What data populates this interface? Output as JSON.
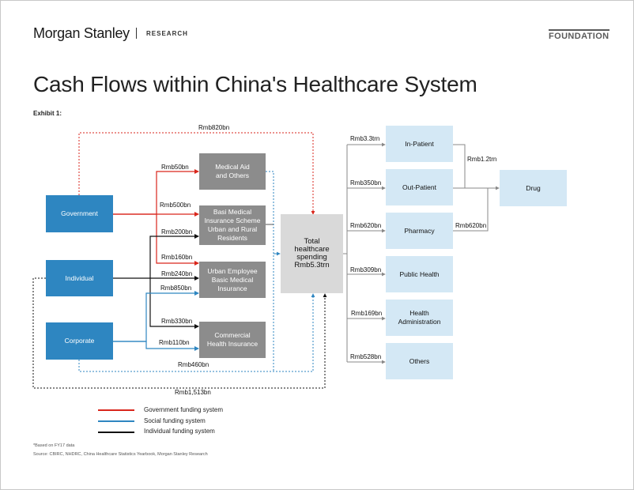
{
  "header": {
    "brand": "Morgan Stanley",
    "division": "RESEARCH",
    "series": "FOUNDATION"
  },
  "title": "Cash Flows within China's Healthcare System",
  "exhibit_label": "Exhibit 1:",
  "colors": {
    "government": "#d9261c",
    "social": "#2e86c1",
    "individual": "#111111",
    "dotted": "#888888",
    "source_box": "#2e86c1",
    "intermediary_box": "#8c8c8c",
    "total_box": "#d9d9d9",
    "output_box": "#d4e8f5"
  },
  "sources": {
    "government": "Government",
    "individual": "Individual",
    "corporate": "Corporate"
  },
  "intermediaries": {
    "medical_aid": "Medical Aid\nand Others",
    "basic_scheme": "Basi Medical\nInsurance Scheme\nUrban and Rural\nResidents",
    "urban_employee": "Urban Employee\nBasic Medical\nInsurance",
    "commercial": "Commercial\nHealth Insurance"
  },
  "total": "Total\nhealthcare\nspending\nRmb5.3trn",
  "outputs": {
    "in_patient": "In-Patient",
    "out_patient": "Out-Patient",
    "pharmacy": "Pharmacy",
    "public_health": "Public Health",
    "health_admin": "Health\nAdministration",
    "others": "Others",
    "drug": "Drug"
  },
  "flows": {
    "gov_to_total": "Rmb820bn",
    "gov_to_medical_aid": "Rmb50bn",
    "gov_to_basic": "Rmb500bn",
    "ind_to_basic": "Rmb200bn",
    "gov_to_urban_employee": "Rmb160bn",
    "ind_to_urban_employee": "Rmb240bn",
    "corp_to_urban_employee": "Rmb850bn",
    "ind_to_commercial": "Rmb330bn",
    "corp_to_commercial": "Rmb110bn",
    "corp_to_total": "Rmb460bn",
    "ind_to_total": "Rmb1,513bn",
    "to_in_patient": "Rmb3.3trn",
    "to_out_patient": "Rmb350bn",
    "to_pharmacy": "Rmb620bn",
    "to_public_health": "Rmb309bn",
    "to_health_admin": "Rmb169bn",
    "to_others": "Rmb528bn",
    "to_drug": "Rmb1.2trn",
    "pharmacy_to_drug": "Rmb620bn"
  },
  "legend": {
    "government": "Government  funding system",
    "social": "Social funding system",
    "individual": "Individual  funding system"
  },
  "footnotes": {
    "note": "*Based on FY17 data",
    "source": "Source: CBIRC, NHDRC, China Healthcare Statistics Yearbook, Morgan Stanley Research"
  }
}
